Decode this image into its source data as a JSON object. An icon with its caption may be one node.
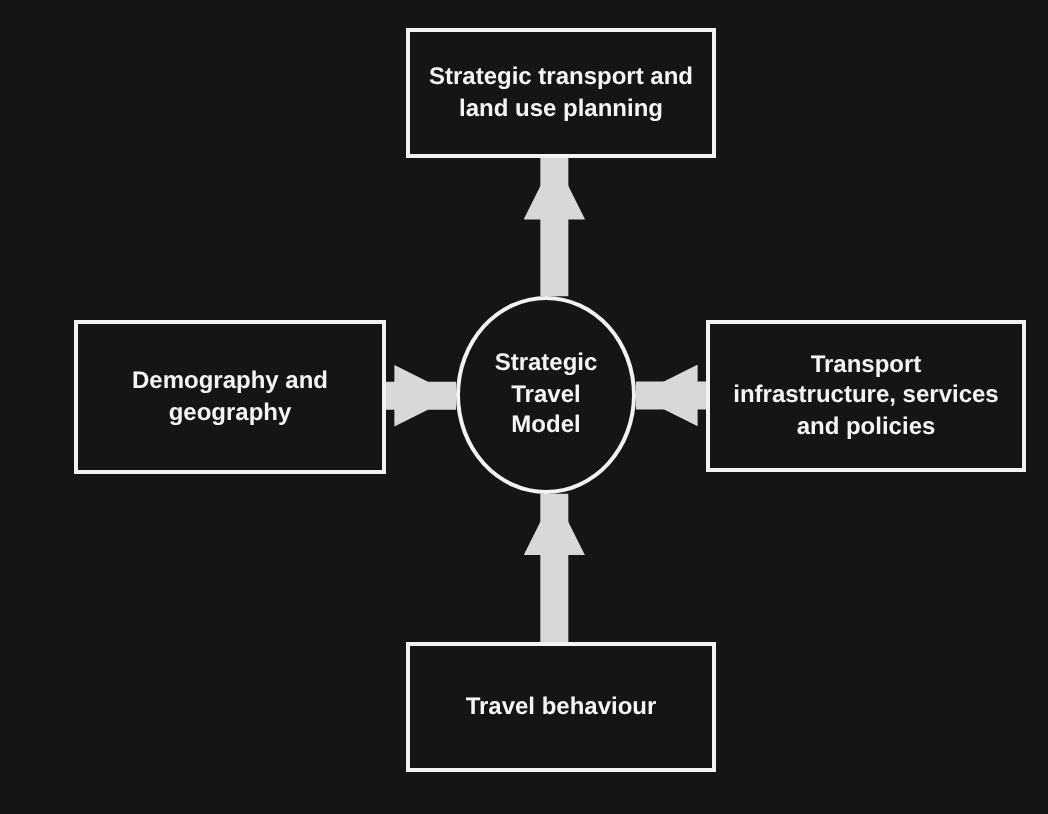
{
  "diagram": {
    "nodes": [
      {
        "text": [
          "Strategic transport and land use planning"
        ]
      },
      {
        "text": [
          "Demography and geography"
        ]
      },
      {
        "text": [
          "Strategic Travel Model"
        ]
      },
      {
        "text": [
          "Transport infrastructure, services and policies"
        ]
      },
      {
        "text": [
          "Travel behaviour"
        ]
      }
    ],
    "edges": [
      {
        "from": 2,
        "to": 0,
        "arrow": "to"
      },
      {
        "from": 1,
        "to": 2,
        "arrow": "to"
      },
      {
        "from": 3,
        "to": 2,
        "arrow": "to"
      },
      {
        "from": 4,
        "to": 2,
        "arrow": "to"
      }
    ]
  }
}
